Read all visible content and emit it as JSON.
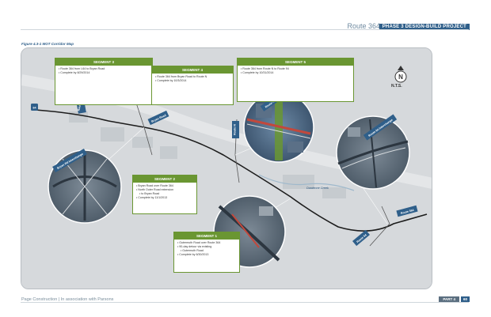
{
  "header": {
    "route_title": "Route 364",
    "phase_badge": "PHASE 3 DESIGN-BUILD PROJECT"
  },
  "figure": {
    "caption": "Figure 4.3-1 MOT Corridor Map"
  },
  "map": {
    "nts": "N.T.S.",
    "north_letter": "N",
    "road_labels": {
      "bryan_road": "Bryan Road",
      "route_364": "Route 364",
      "route_94": "Route 94",
      "route_n": "Route N",
      "i64": "64",
      "dardenne_creek": "Dardenne Creek",
      "bryan_road_interchange": "Bryan Rd Interchange",
      "route_n_interchange": "Route N Interchange",
      "route_94_interchange": "Route 94 Interchange"
    },
    "segments": [
      {
        "title": "SEGMENT 3",
        "lines": [
          "Route 364 from I-64 to Bryan Road",
          "Complete by 8/29/2014"
        ]
      },
      {
        "title": "SEGMENT 4",
        "lines": [
          "Route 364 from Bryan Road to Route N",
          "Complete by 10/3/2014"
        ]
      },
      {
        "title": "SEGMENT 5",
        "lines": [
          "Route 364 from Route N to Route 94",
          "Complete by 10/31/2014"
        ]
      },
      {
        "title": "SEGMENT 2",
        "lines": [
          "Bryan Road over Route 364",
          "North Outer Road extension",
          "to Bryan Road",
          "Complete by 11/1/2013"
        ]
      },
      {
        "title": "SEGMENT 1",
        "lines": [
          "Gutermuth Road over Route 364",
          "90-day detour via existing",
          "Gutermuth Road",
          "Complete by 6/30/2013"
        ]
      }
    ]
  },
  "footer": {
    "left_text": "Page Construction  |  In association with Parsons",
    "part": "PART 4",
    "page": "60"
  },
  "colors": {
    "segment_green": "#6a9632",
    "brand_blue": "#2f5f8a",
    "route_line": "#1c1c1c"
  }
}
